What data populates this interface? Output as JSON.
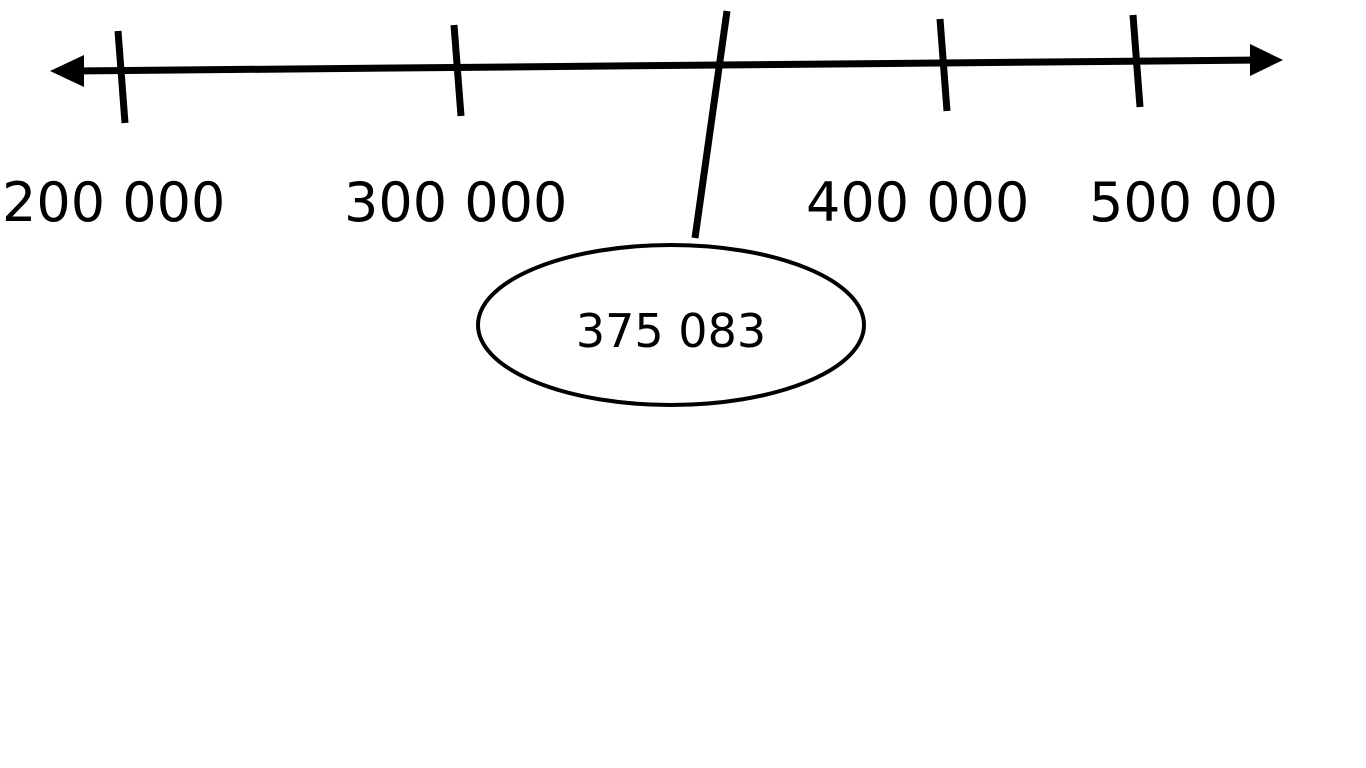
{
  "number_line": {
    "tick_labels": [
      "200 000",
      "300 000",
      "400 000",
      "500 00"
    ],
    "marked_value_label": "375 083",
    "line_color": "#000000",
    "background_color": "#ffffff"
  }
}
